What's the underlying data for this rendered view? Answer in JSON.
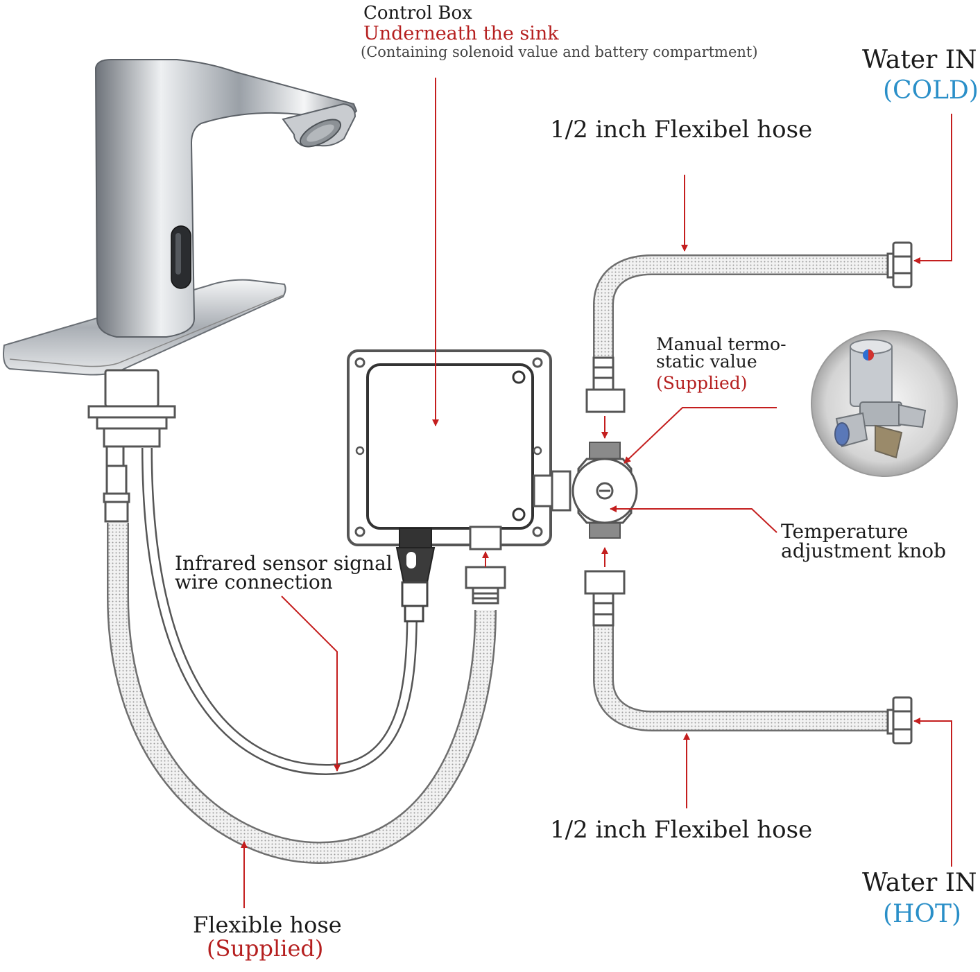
{
  "colors": {
    "pointer": "#c41e1e",
    "hose_outline": "#6e6e6e",
    "hose_fill": "#d9d9d9",
    "metal_outline": "#555555",
    "cold": "#2a8fc8",
    "note": "#b51f1f"
  },
  "labels": {
    "control_box": {
      "title": "Control Box",
      "location": "Underneath the sink",
      "note": "(Containing solenoid value and battery compartment)"
    },
    "water_in_cold": {
      "title": "Water IN",
      "sub": "(COLD)"
    },
    "water_in_hot": {
      "title": "Water IN",
      "sub": "(HOT)"
    },
    "hose_top": "1/2 inch Flexibel hose",
    "hose_bottom": "1/2 inch Flexibel hose",
    "thermostatic": {
      "line1": "Manual termo-",
      "line2": "static value",
      "note": "(Supplied)"
    },
    "temp_knob": {
      "line1": "Temperature",
      "line2": "adjustment knob"
    },
    "sensor_wire": {
      "line1": "Infrared sensor signal",
      "line2": "wire connection"
    },
    "flex_hose": {
      "title": "Flexible hose",
      "note": "(Supplied)"
    }
  },
  "icons": [
    "faucet-icon",
    "control-box-icon",
    "thermostatic-valve-icon",
    "valve-photo-icon"
  ]
}
